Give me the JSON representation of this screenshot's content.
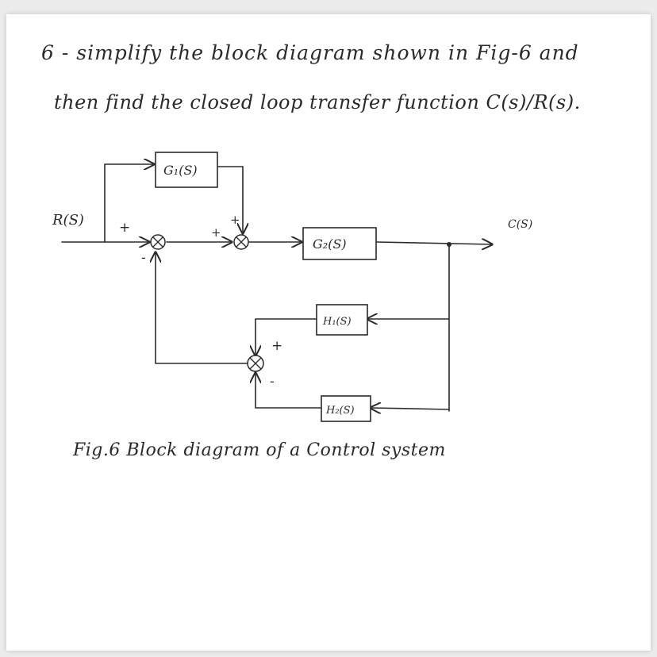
{
  "question": {
    "line1": "6 -  simplify  the  block  diagram  shown  in Fig-6  and",
    "line2": "then  find  the closed loop transfer function C(s)/R(s)."
  },
  "diagram": {
    "input_label": "R(S)",
    "output_label": "C(S)",
    "blocks": {
      "g1": "G₁(S)",
      "g2": "G₂(S)",
      "h1": "H₁(S)",
      "h2": "H₂(S)"
    },
    "signs": {
      "sj1_in": "+",
      "sj1_fb": "-",
      "sj2_main": "+",
      "sj2_top": "+",
      "sj3_top": "+",
      "sj3_bot": "-"
    }
  },
  "caption": "Fig.6  Block  diagram  of  a  Control  system",
  "colors": {
    "ink": "#2b2b2b",
    "paper": "#ffffff",
    "background": "#ececec"
  }
}
